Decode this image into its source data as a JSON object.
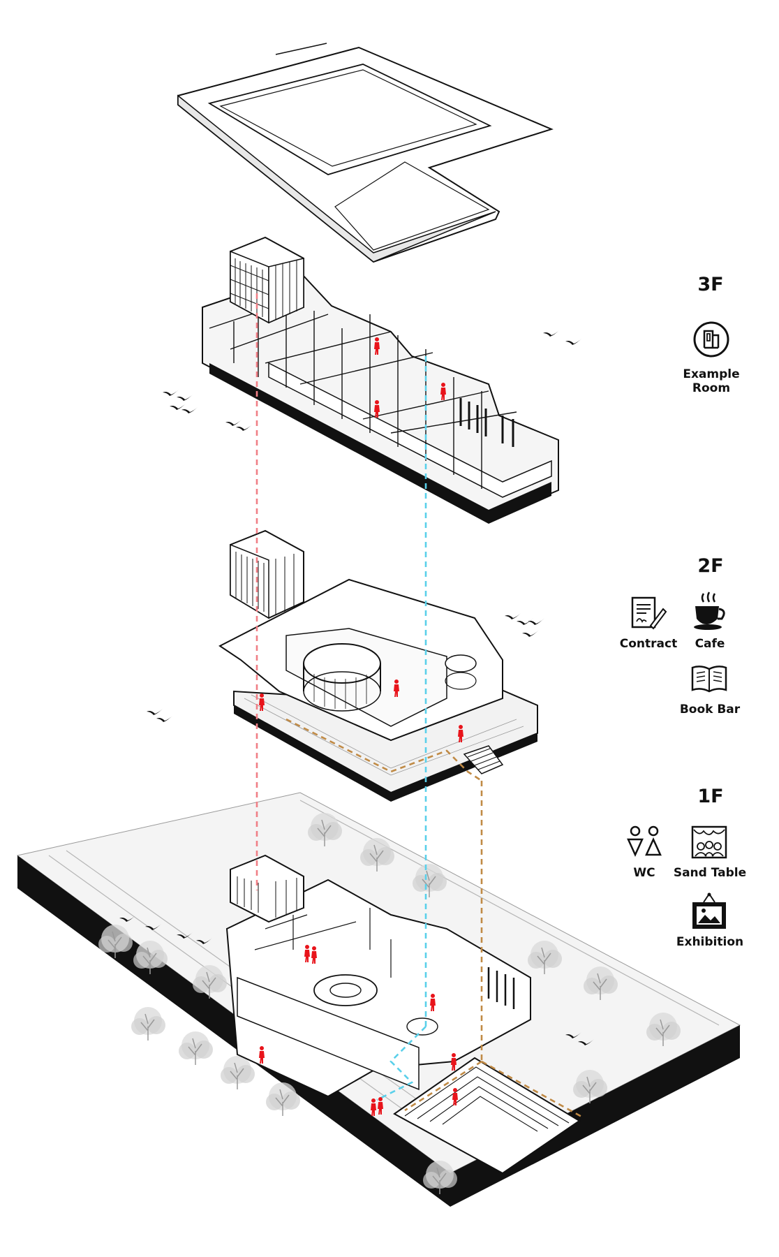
{
  "colors": {
    "people": "#e8141b",
    "route_pink": "#f07f86",
    "route_cyan": "#5ad0ea",
    "route_brown": "#c08a45",
    "ground": "#f4f4f4",
    "ground_edge": "#111111"
  },
  "legend": {
    "f3": {
      "title": "3F",
      "items": [
        {
          "label": "Example Room",
          "icon": "example-room-icon"
        }
      ]
    },
    "f2": {
      "title": "2F",
      "items": [
        {
          "label": "Contract",
          "icon": "contract-icon"
        },
        {
          "label": "Cafe",
          "icon": "coffee-cup-icon"
        },
        {
          "label": "Book Bar",
          "icon": "open-book-icon"
        }
      ]
    },
    "f1": {
      "title": "1F",
      "items": [
        {
          "label": "WC",
          "icon": "restroom-icon"
        },
        {
          "label": "Sand Table",
          "icon": "sand-table-icon"
        },
        {
          "label": "Exhibition",
          "icon": "framed-picture-icon"
        }
      ]
    }
  }
}
